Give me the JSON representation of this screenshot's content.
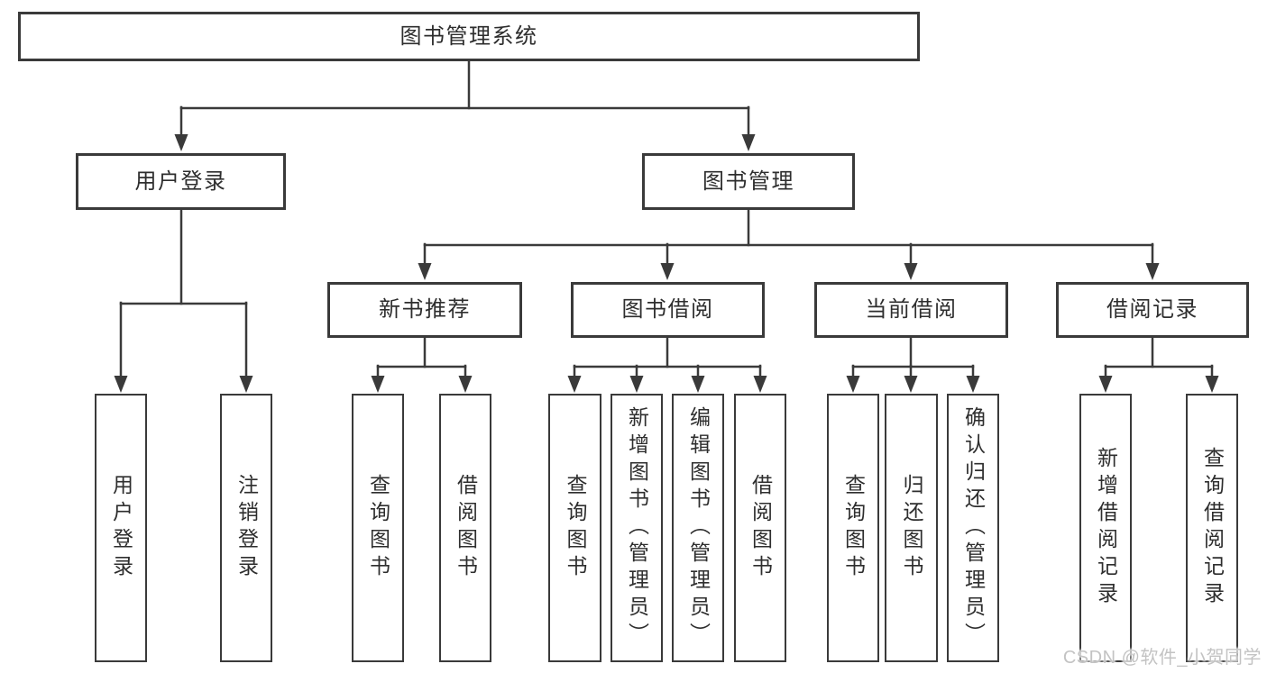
{
  "tree": {
    "root": {
      "label": "图书管理系统"
    },
    "level2": [
      {
        "label": "用户登录",
        "leaves": [
          {
            "label": "用户登录"
          },
          {
            "label": "注销登录"
          }
        ]
      },
      {
        "label": "图书管理",
        "groups": [
          {
            "label": "新书推荐",
            "leaves": [
              {
                "label": "查询图书"
              },
              {
                "label": "借阅图书"
              }
            ]
          },
          {
            "label": "图书借阅",
            "leaves": [
              {
                "label": "查询图书"
              },
              {
                "label": "新增图书（管理员）"
              },
              {
                "label": "编辑图书（管理员）"
              },
              {
                "label": "借阅图书"
              }
            ]
          },
          {
            "label": "当前借阅",
            "leaves": [
              {
                "label": "查询图书"
              },
              {
                "label": "归还图书"
              },
              {
                "label": "确认归还（管理员）"
              }
            ]
          },
          {
            "label": "借阅记录",
            "leaves": [
              {
                "label": "新增借阅记录"
              },
              {
                "label": "查询借阅记录"
              }
            ]
          }
        ]
      }
    ]
  },
  "watermark": {
    "text": "CSDN @软件_小贺同学"
  },
  "colors": {
    "line": "#3a3a3a",
    "box_border": "#3a3a3a",
    "text": "#2e2e2e",
    "watermark": "#c3c3c3",
    "background": "#ffffff"
  }
}
